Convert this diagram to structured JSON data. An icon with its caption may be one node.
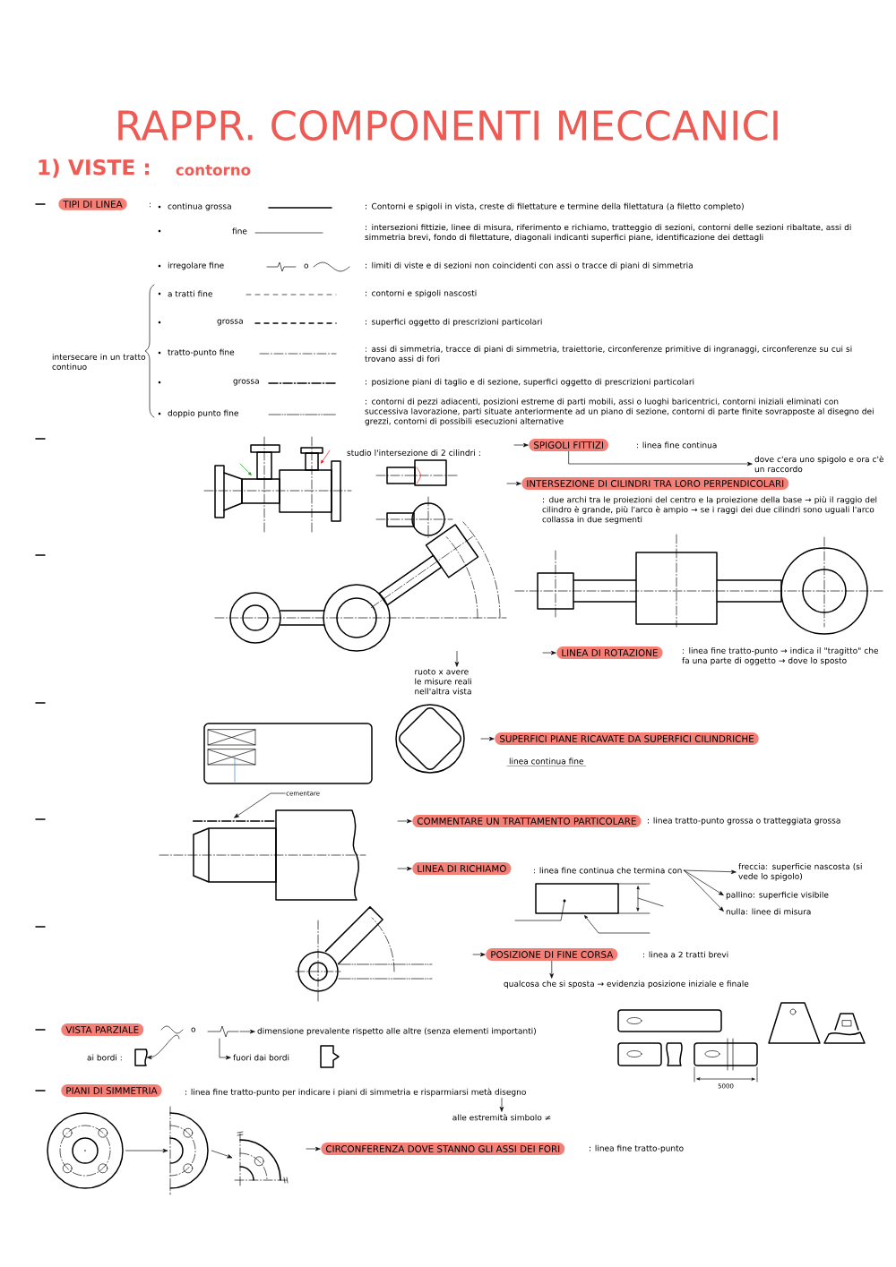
{
  "diagram": {
    "title": "RAPPR. COMPONENTI MECCANICI",
    "nodes": [
      {
        "text": [
          "TIPI DI LINEA"
        ],
        "beside": [
          ":"
        ]
      },
      {
        "text": [
          "SPIGOLI FITTIZI"
        ],
        "beside": [
          ": linea fine continua"
        ]
      },
      {
        "text": [
          "dove c'era uno spigolo e ora c'è un raccordo"
        ]
      },
      {
        "text": [
          "INTERSEZIONE DI CILINDRI TRA LORO PERPENDICOLARI"
        ],
        "beside": [
          ": due archi tra le proiezioni del centro e la proiezione della base → più il raggio del cilindro è grande, più l'arco è ampio → se i raggi dei due cilindri sono uguali l'arco collassa in due segmenti"
        ]
      },
      {
        "text": [
          "LINEA DI ROTAZIONE"
        ],
        "beside": [
          ": linea fine tratto-punto → indica il \"tragitto\" che fa una parte di oggetto → dove lo sposto"
        ]
      },
      {
        "text": [],
        "shape": "picture"
      },
      {
        "text": [
          "ruoto x avere le misure reali nell'altra vista"
        ]
      },
      {
        "text": [
          "SUPERFICI PIANE RICAVATE DA SUPERFICI CILINDRICHE"
        ]
      },
      {
        "text": [
          "cementare"
        ]
      },
      {
        "text": [],
        "shape": "line"
      },
      {
        "text": [
          "COMMENTARE UN TRATTAMENTO PARTICOLARE"
        ],
        "beside": [
          ": linea tratto-punto grossa o tratteggiata grossa"
        ]
      },
      {
        "text": [
          "LINEA DI RICHIAMO"
        ],
        "beside": [
          ": linea fine continua che termina con"
        ]
      },
      {
        "text": [
          "freccia: superficie nascosta (si vede lo spigolo)"
        ]
      },
      {
        "text": [
          "pallino: superficie visibile"
        ]
      },
      {
        "text": [
          "nulla: linee di misura"
        ]
      },
      {
        "text": [
          "POSIZIONE DI FINE CORSA"
        ],
        "beside": [
          ": linea a 2 tratti brevi"
        ]
      },
      {
        "text": [
          "qualcosa che si sposta → evidenzia posizione iniziale e finale"
        ]
      },
      {
        "text": [
          "VISTA PARZIALE"
        ]
      },
      {
        "text": [
          "dimensione prevalente rispetto alle altre (senza elementi importanti)"
        ]
      },
      {
        "text": [
          "ai bordi :"
        ]
      },
      {
        "text": [
          "fuori dai bordi"
        ]
      },
      {
        "text": [
          "PIANI DI SIMMETRIA"
        ]
      },
      {
        "text": [
          ": linea fine tratto-punto per indicare i piani di simmetria e risparmiarsi metà disegno"
        ]
      },
      {
        "text": [
          "alle estremità simbolo ≠"
        ]
      },
      {
        "text": [],
        "shape": "picture"
      },
      {
        "text": [],
        "shape": "picture"
      },
      {
        "text": [],
        "shape": "picture"
      },
      {
        "text": [
          "CIRCONFERENZA DOVE STANNO GLI ASSI DEI FORI"
        ],
        "beside": [
          ": linea fine tratto-punto"
        ]
      }
    ],
    "edges": [
      {
        "from": null,
        "to": 1,
        "arrow": "to"
      },
      {
        "from": 1,
        "to": 2,
        "arrow": "to"
      },
      {
        "from": null,
        "to": 3,
        "arrow": "to"
      },
      {
        "from": null,
        "to": 4,
        "arrow": "to"
      },
      {
        "from": 5,
        "to": 6,
        "arrow": "to"
      },
      {
        "from": null,
        "to": 7,
        "arrow": "to"
      },
      {
        "from": 8,
        "to": 9,
        "arrow": "to"
      },
      {
        "from": null,
        "to": 10,
        "arrow": "to"
      },
      {
        "from": null,
        "to": 11,
        "arrow": "to"
      },
      {
        "from": 11,
        "to": 12,
        "arrow": "to"
      },
      {
        "from": 11,
        "to": 13,
        "arrow": "to"
      },
      {
        "from": 11,
        "to": 14,
        "arrow": "to"
      },
      {
        "from": null,
        "to": 15,
        "arrow": "to"
      },
      {
        "from": 15,
        "to": 16,
        "arrow": "to"
      },
      {
        "from": null,
        "to": 18,
        "arrow": "to"
      },
      {
        "from": null,
        "to": 19,
        "arrow": "to"
      },
      {
        "from": null,
        "to": 20,
        "arrow": "to"
      },
      {
        "from": 22,
        "to": 23,
        "arrow": "to"
      },
      {
        "from": 24,
        "to": 25,
        "arrow": "to"
      },
      {
        "from": 25,
        "to": 26,
        "arrow": "to"
      },
      {
        "from": null,
        "to": 27,
        "arrow": "to"
      }
    ],
    "labels": [
      "1) VISTE :",
      "contorno",
      "continua grossa",
      ": Contorni e spigoli in vista, creste di filettature e termine della filettatura (a filetto completo)",
      "fine",
      ": intersezioni fittizie, linee di misura, riferimento e richiamo, tratteggio di sezioni, contorni delle sezioni ribaltate, assi di simmetria brevi, fondo di filettature, diagonali indicanti superfici piane, identificazione dei dettagli",
      "irregolare fine",
      "o",
      ": limiti di viste e di sezioni non coincidenti con assi o tracce di piani di simmetria",
      "a tratti fine",
      ": contorni e spigoli nascosti",
      "grossa",
      ": superfici oggetto di prescrizioni particolari",
      "intersecare in un tratto continuo",
      "tratto-punto fine",
      ": assi di simmetria, tracce di piani di simmetria, traiettorie, circonferenze primitive di ingranaggi, circonferenze su cui si trovano assi di fori",
      "grossa",
      ": posizione piani di taglio e di sezione, superfici oggetto di prescrizioni particolari",
      "doppio punto fine",
      ": contorni di pezzi adiacenti, posizioni estreme di parti mobili, assi o luoghi baricentrici, contorni iniziali eliminati con successiva lavorazione, parti situate anteriormente ad un piano di sezione, contorni di parte finite sovrapposte al disegno dei grezzi, contorni di possibili esecuzioni alternative",
      "studio l'intersezione di 2 cilindri :",
      "linea continua fine",
      "o",
      "5000"
    ]
  }
}
